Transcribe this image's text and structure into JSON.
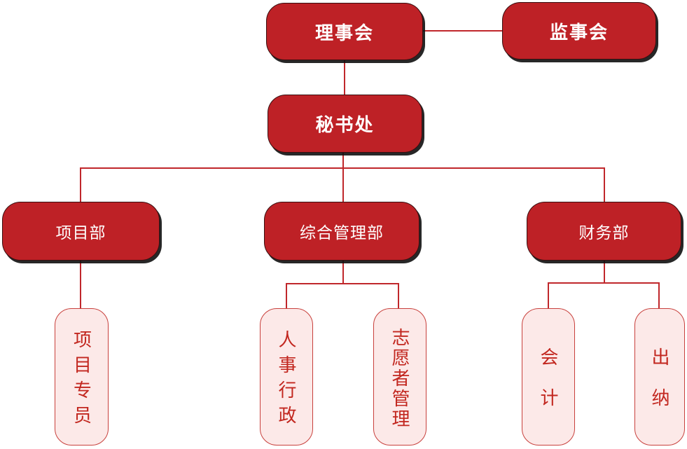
{
  "diagram": {
    "type": "org-chart",
    "colors": {
      "node_fill_dark": "#be2126",
      "node_text_dark": "#ffffff",
      "node_fill_light": "#fce9e8",
      "node_border_light": "#c8403c",
      "node_text_light": "#c2271f",
      "connector": "#c0272b",
      "shadow": "#0f0f0f"
    },
    "nodes": {
      "board": {
        "label": "理事会"
      },
      "supervisory": {
        "label": "监事会"
      },
      "secretariat": {
        "label": "秘书处"
      },
      "project_dept": {
        "label": "项目部"
      },
      "general_admin_dept": {
        "label": "综合管理部"
      },
      "finance_dept": {
        "label": "财务部"
      },
      "project_specialist": {
        "label": "项目专员"
      },
      "hr_admin": {
        "label": "人事行政"
      },
      "volunteer_mgmt": {
        "label": "志愿者管理"
      },
      "accountant": {
        "label": "会计"
      },
      "cashier": {
        "label": "出纳"
      }
    },
    "edges": [
      {
        "from": "理事会",
        "to": "监事会",
        "style": "lateral"
      },
      {
        "from": "理事会",
        "to": "秘书处",
        "style": "vertical"
      },
      {
        "from": "秘书处",
        "to": "项目部",
        "style": "vertical"
      },
      {
        "from": "秘书处",
        "to": "综合管理部",
        "style": "vertical"
      },
      {
        "from": "秘书处",
        "to": "财务部",
        "style": "vertical"
      },
      {
        "from": "项目部",
        "to": "项目专员",
        "style": "vertical"
      },
      {
        "from": "综合管理部",
        "to": "人事行政",
        "style": "vertical"
      },
      {
        "from": "综合管理部",
        "to": "志愿者管理",
        "style": "vertical"
      },
      {
        "from": "财务部",
        "to": "会计",
        "style": "vertical"
      },
      {
        "from": "财务部",
        "to": "出纳",
        "style": "vertical"
      }
    ]
  }
}
